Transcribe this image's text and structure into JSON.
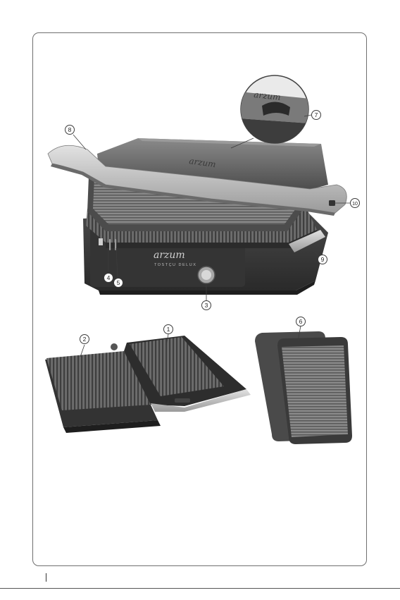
{
  "product": {
    "brand_logo": "arzum",
    "model_label": "TOSTÇU DELUX",
    "lid_logo": "arzum",
    "inset_logo": "arzum"
  },
  "callouts": [
    {
      "number": "1"
    },
    {
      "number": "2"
    },
    {
      "number": "3"
    },
    {
      "number": "4"
    },
    {
      "number": "5"
    },
    {
      "number": "6"
    },
    {
      "number": "7"
    },
    {
      "number": "8"
    },
    {
      "number": "9"
    },
    {
      "number": "10"
    }
  ],
  "colors": {
    "frame": "#6f6f6f",
    "body_dark": "#3a3a3a",
    "plate": "#7a7a7a",
    "handle_silver": "#b9b9b9"
  }
}
